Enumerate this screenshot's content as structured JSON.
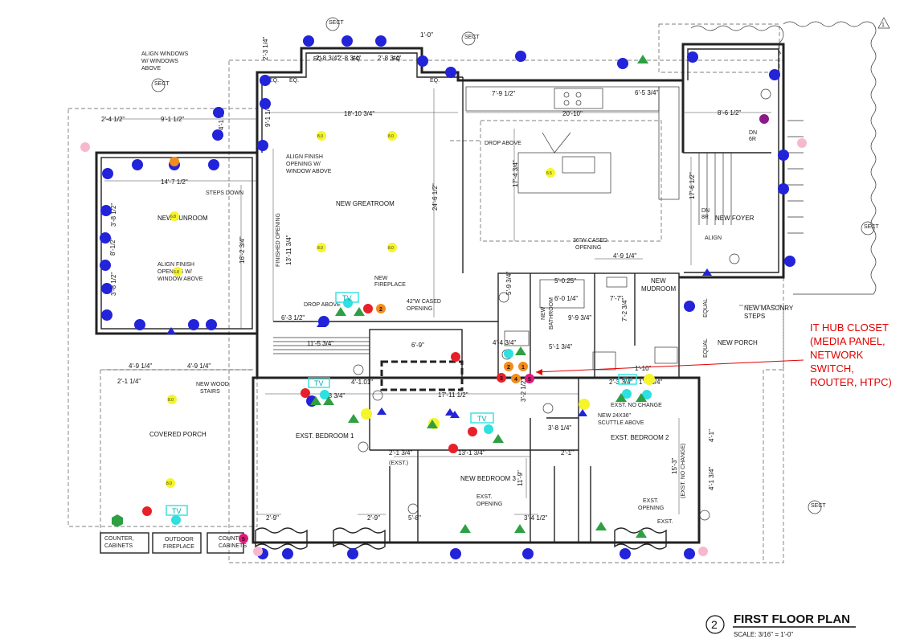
{
  "title": "FIRST FLOOR PLAN",
  "scale": "SCALE: 3/16\" = 1'-0\"",
  "view_number": "2",
  "sheet_tag": "1",
  "note": [
    "IT HUB CLOSET",
    "(MEDIA PANEL,",
    "NETWORK",
    "SWITCH,",
    "ROUTER, HTPC)"
  ],
  "rooms": {
    "greatroom": "NEW GREATROOM",
    "sunroom": "NEW SUNROOM",
    "foyer": "NEW FOYER",
    "mudroom_1": "NEW",
    "mudroom_2": "MUDROOM",
    "porch": "NEW PORCH",
    "masonry_1": "NEW MASONRY",
    "masonry_2": "STEPS",
    "bedroom1": "EXST. BEDROOM 1",
    "bedroom2": "EXST. BEDROOM 2",
    "bedroom3": "NEW BEDROOM 3",
    "covered_porch": "COVERED PORCH",
    "outdoor_fp_1": "OUTDOOR",
    "outdoor_fp_2": "FIREPLACE",
    "counter_l_1": "COUNTER,",
    "counter_l_2": "CABINETS",
    "counter_r_1": "COUNTER,",
    "counter_r_2": "CABINETS",
    "bathroom_1": "NEW",
    "bathroom_2": "BATHROOM",
    "fireplace_1": "NEW",
    "fireplace_2": "FIREPLACE"
  },
  "annotations": {
    "align_windows_1": "ALIGN WINDOWS",
    "align_windows_2": "W/ WINDOWS",
    "align_windows_3": "ABOVE",
    "align_finish_1": "ALIGN FINISH",
    "align_finish_2": "OPENING W/",
    "align_finish_3": "WINDOW ABOVE",
    "align_finish_b1": "ALIGN FINISH",
    "align_finish_b2": "OPENING W/",
    "align_finish_b3": "WINDOW ABOVE",
    "drop_above_1": "DROP ABOVE",
    "drop_above_2": "DROP ABOVE",
    "steps_down": "STEPS DOWN",
    "finished_opening": "FINISHED OPENING",
    "cased_36_1": "36\"W CASED",
    "cased_36_2": "OPENING",
    "cased_42_1": "42\"W CASED",
    "cased_42_2": "OPENING",
    "align": "ALIGN",
    "wood_stairs_1": "NEW WOOD",
    "wood_stairs_2": "STAIRS",
    "exst_no_change_1": "EXST. NO CHANGE",
    "exst_no_change_2": "(EXST. NO CHANGE)",
    "scuttle_1": "NEW 24X36\"",
    "scuttle_2": "SCUTTLE ABOVE",
    "exst_opening_1": "EXST.",
    "exst_opening_2": "OPENING",
    "exst_opening_3": "EXST.",
    "exst_opening_4": "OPENING",
    "exst_label": "EXST.",
    "exst_paren": "(EXST.)",
    "dn_6r": "DN",
    "dn_6r_b": "6R",
    "dn_8r": "DN",
    "dn_8r_b": "8R",
    "equal_1": "EQUAL",
    "equal_2": "EQUAL",
    "eq_1": "EQ.",
    "eq_2": "EQ.",
    "eq_3": "EQ.",
    "eq_4": "EQ.",
    "eq_5": "EQ.",
    "eq_6": "EQ."
  },
  "dimensions": {
    "d1": "18'-10 3/4\"",
    "d2": "24'-6 1/2\"",
    "d3": "14'-7 1/2\"",
    "d4": "16'-2 3/4\"",
    "d5": "9'-1 1/2\"",
    "d6": "2'-4 1/2\"",
    "d7": "8'-6 1/2\"",
    "d8": "17'-6 1/2\"",
    "d9": "20'-10\"",
    "d10": "7'-9 1/2\"",
    "d11": "6'-5 3/4\"",
    "d12": "17'-4 3/4\"",
    "d13": "4'-9 1/4\"",
    "d14": "6'-0 1/4\"",
    "d15": "7'-7\"",
    "d16": "17'-11 1/2\"",
    "d17": "13'-1 3/4\"",
    "d18": "11'-9\"",
    "d19": "15'-3\"",
    "d20": "4'-9 1/4\"",
    "d21": "4'-9 1/4\"",
    "d22": "2'-1 1/4\"",
    "d23": "2'-9\"",
    "d24": "2'-9\"",
    "d25": "3'-4 1/2\"",
    "d26": "5'-8\"",
    "d27": "13'-11 3/4\"",
    "d28": "6'-3 1/2\"",
    "d29": "11'-5 3/4\"",
    "d30": "3'-8 1/4\"",
    "d31": "2'-1\"",
    "d32": "2'-1 3/4\"",
    "d33": "5'-9 3/4\"",
    "d34": "9'-9 3/4\"",
    "d35": "5'-1 3/4\"",
    "d36": "3'-2 1/2\"",
    "d37": "6'-9\"",
    "d38": "4'-4 3/4\"",
    "d39": "4'-1\"",
    "d40": "4'-1 3/4\"",
    "d41": "1'-0\"",
    "d42": "2'-8 3/4\"",
    "d43": "2'-8 3/4\"",
    "d44": "2'-8 3/4\"",
    "d45": "2'-3 1/4\"",
    "d46": "1'-10\"",
    "d47": "4'-1.01\"",
    "d48": "2'-3 3/4\"",
    "d49": "1'-8 3/4\"",
    "d50": "3'-8 1/2\"",
    "d51": "3'-8 1/2\"",
    "d52": "8'-1/2\"",
    "d53": "5'-0.25\"",
    "d54": "7'-2 3/4\"",
    "d55": "4'-1 1/2\"",
    "d56": "9'-1 1/4\"",
    "d57": "3'-8 3/4\""
  },
  "light_labels": [
    "8.0",
    "8.0",
    "8.0",
    "8.0",
    "6.5",
    "6.8",
    "6.8",
    "8.0",
    "8.0",
    "8.0"
  ],
  "tv_label": "TV",
  "hub_numbers": [
    "1",
    "2",
    "3",
    "4",
    "5"
  ],
  "sec_label": "SECT",
  "colors": {
    "blue": "#2323d9",
    "red": "#e8202a",
    "orange": "#f28c1c",
    "yellow": "#f5f52a",
    "green": "#2ea043",
    "cyan": "#2ee0e0",
    "magenta": "#e0187a",
    "purple": "#8a1a8a",
    "pink": "#f7b8cf",
    "note_red": "#e10000"
  }
}
